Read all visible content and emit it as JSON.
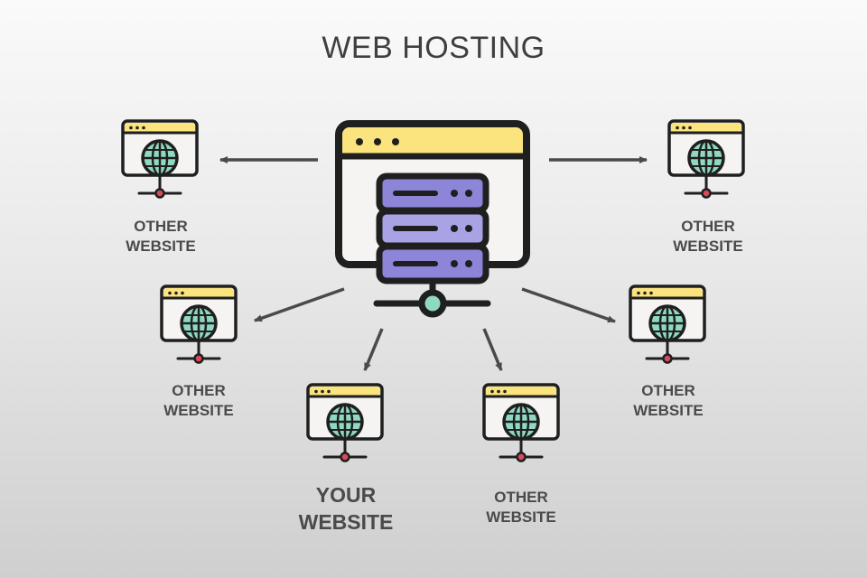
{
  "title": "WEB HOSTING",
  "nodes": [
    {
      "id": "top-left",
      "line1": "OTHER",
      "line2": "WEBSITE"
    },
    {
      "id": "top-right",
      "line1": "OTHER",
      "line2": "WEBSITE"
    },
    {
      "id": "mid-left",
      "line1": "OTHER",
      "line2": "WEBSITE"
    },
    {
      "id": "mid-right",
      "line1": "OTHER",
      "line2": "WEBSITE"
    },
    {
      "id": "bottom-left",
      "line1": "YOUR",
      "line2": "WEBSITE"
    },
    {
      "id": "bottom-right",
      "line1": "OTHER",
      "line2": "WEBSITE"
    }
  ],
  "colors": {
    "outline": "#1f1f1f",
    "browser_bar": "#fbe37d",
    "window_body": "#f6f4f2",
    "globe": "#8fd8c2",
    "server_rack": "#8c85d8",
    "server_highlight": "#a9a3e6",
    "connector_dot": "#d94a5a",
    "hub_dot": "#8fd8c2",
    "arrow": "#4a4a4a",
    "text": "#4a4a4a"
  }
}
